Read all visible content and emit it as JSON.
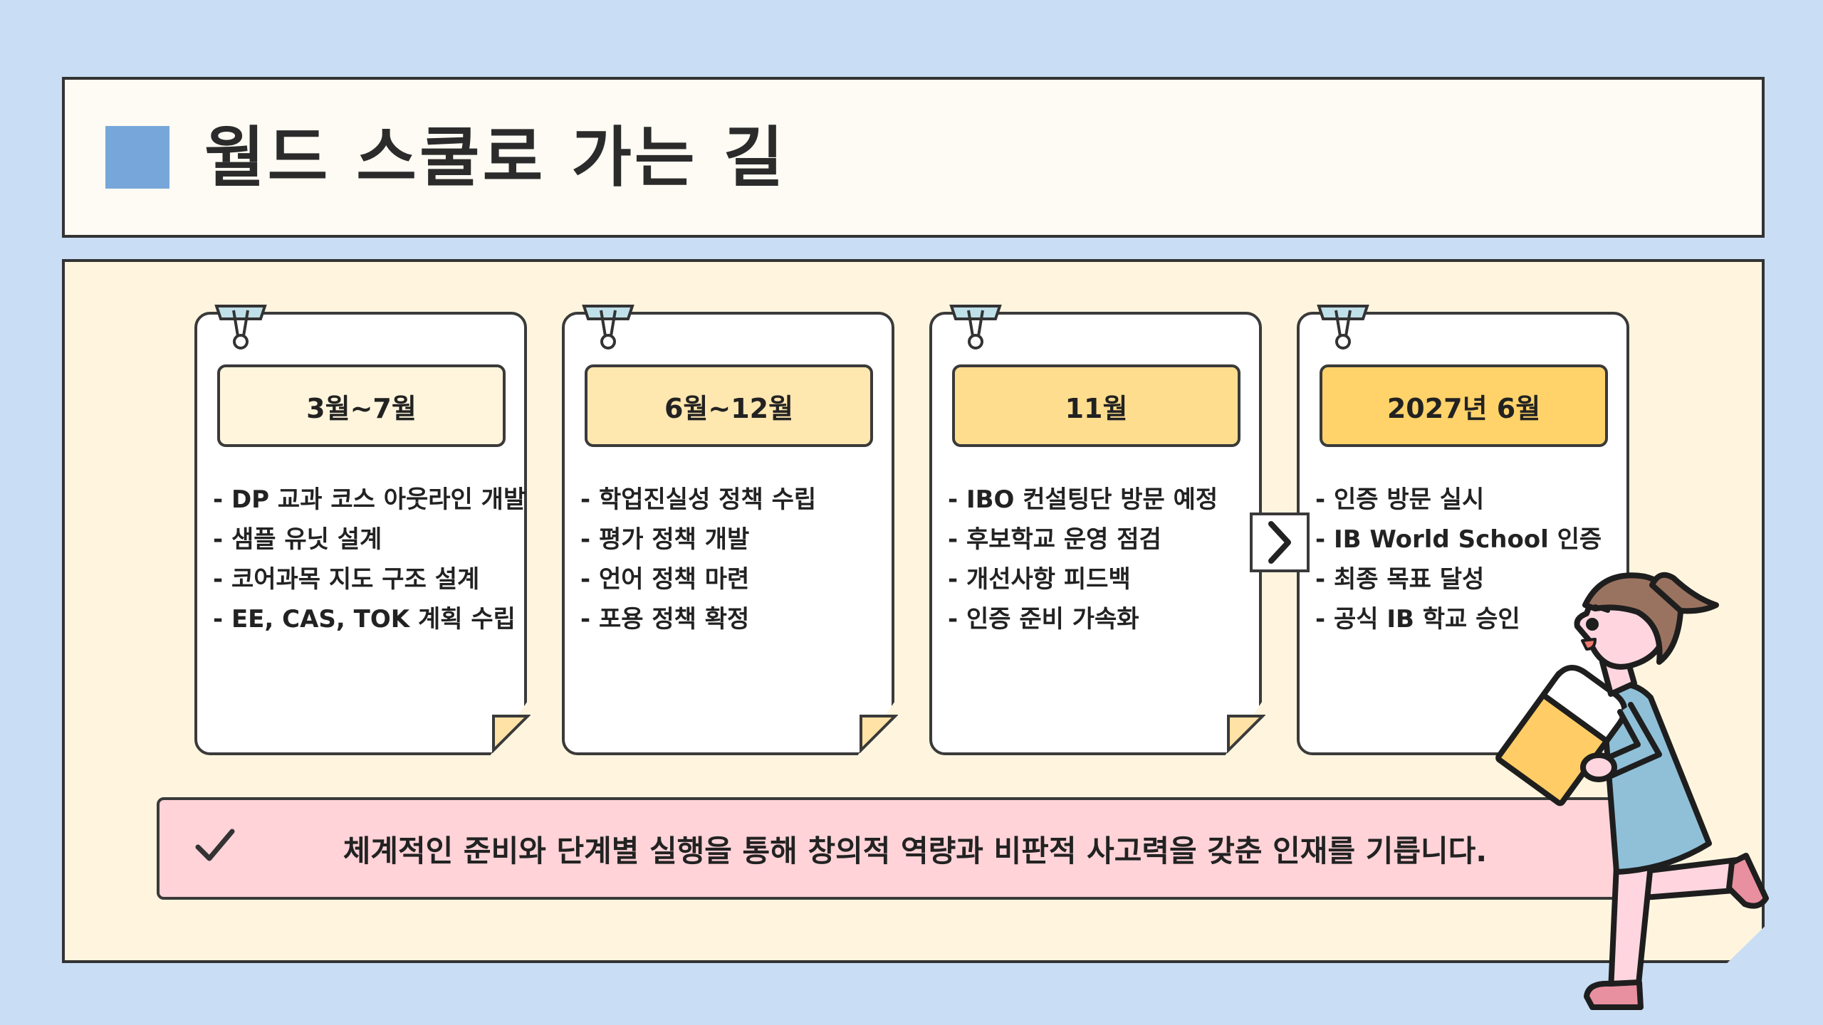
{
  "header": {
    "title": "월드 스쿨로 가는 길",
    "accent_color": "#77A7DA"
  },
  "timeline": [
    {
      "label": "3월~7월",
      "color": "#FFF5DC",
      "items": [
        "- DP 교과 코스 아웃라인 개발",
        "- 샘플 유닛 설계",
        "- 코어과목 지도 구조 설계",
        "- EE, CAS, TOK 계획 수립"
      ]
    },
    {
      "label": "6월~12월",
      "color": "#FFE7B0",
      "items": [
        "- 학업진실성 정책 수립",
        "- 평가 정책 개발",
        "- 언어 정책 마련",
        "- 포용 정책 확정"
      ]
    },
    {
      "label": "11월",
      "color": "#FFDD8F",
      "items": [
        "- IBO 컨설팅단 방문 예정",
        "- 후보학교 운영 점검",
        "- 개선사항 피드백",
        "- 인증 준비 가속화"
      ]
    },
    {
      "label": "2027년 6월",
      "color": "#FFD36A",
      "items": [
        "- 인증 방문 실시",
        "- IB World School 인증",
        "- 최종 목표 달성",
        "- 공식 IB 학교 승인"
      ]
    }
  ],
  "arrow_icon": "chevron-right-icon",
  "summary": {
    "icon": "check-icon",
    "text": "체계적인 준비와 단계별 실행을 통해 창의적 역량과 비판적 사고력을 갖춘 인재를 기릅니다."
  }
}
